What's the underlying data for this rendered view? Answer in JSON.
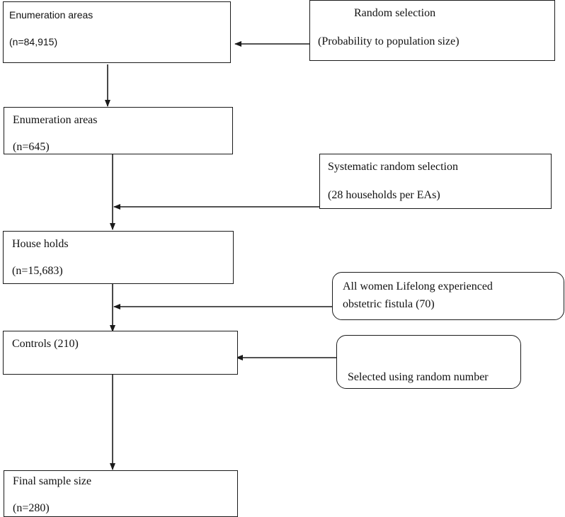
{
  "nodes": {
    "ea_all": {
      "line1": "Enumeration areas",
      "line2": "(n=84,915)"
    },
    "random_selection": {
      "line1": "Random selection",
      "line2": "(Probability to population size)"
    },
    "ea_selected": {
      "line1": "Enumeration areas",
      "line2": "(n=645)"
    },
    "systematic_selection": {
      "line1": "Systematic random selection",
      "line2": "(28 households per EAs)"
    },
    "households": {
      "line1": "House holds",
      "line2": "(n=15,683)"
    },
    "fistula_cases": {
      "line1": "All women Lifelong experienced",
      "line2": "obstetric fistula (70)"
    },
    "controls": {
      "line1": "Controls (210)"
    },
    "random_number": {
      "line1": "Selected using random number"
    },
    "final_sample": {
      "line1": "Final sample size",
      "line2": "(n=280)"
    }
  },
  "colors": {
    "stroke": "#1a1a1a",
    "background": "#ffffff",
    "text": "#111111"
  }
}
